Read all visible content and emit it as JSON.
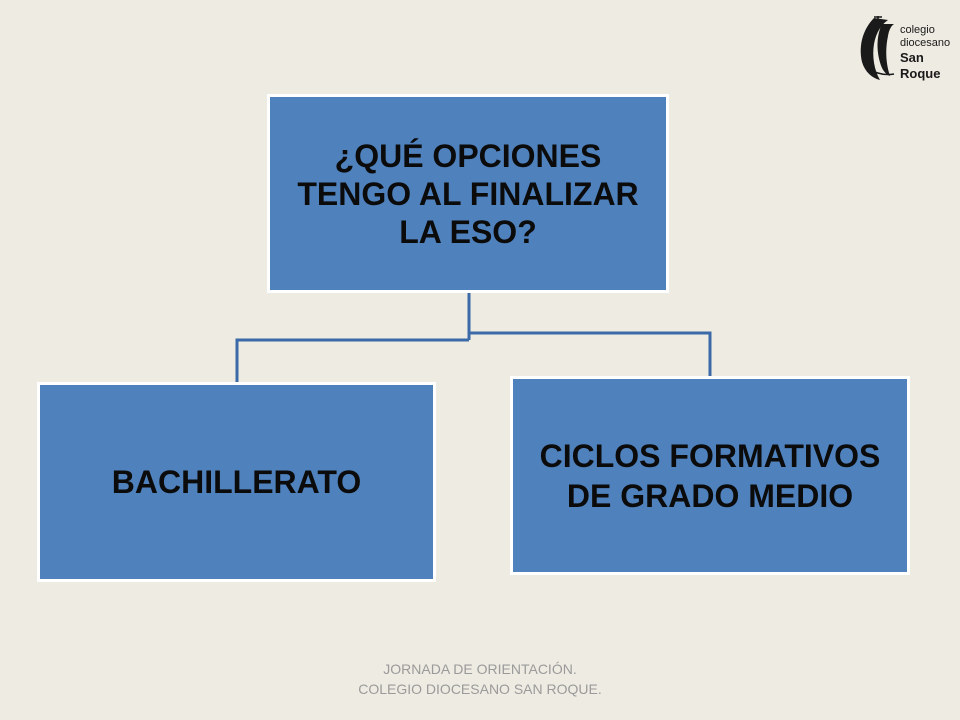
{
  "diagram": {
    "root": {
      "label": "¿QUÉ OPCIONES TENGO AL FINALIZAR LA ESO?"
    },
    "children": [
      {
        "label": "BACHILLERATO"
      },
      {
        "label": "CICLOS FORMATIVOS DE GRADO MEDIO"
      }
    ]
  },
  "logo": {
    "line1": "colegio",
    "line2": "diocesano",
    "line3": "San Roque"
  },
  "footer": {
    "line1": "JORNADA  DE  ORIENTACIÓN.",
    "line2": "COLEGIO DIOCESANO SAN ROQUE."
  },
  "colors": {
    "background": "#eeebe2",
    "box_fill": "#4f81bd",
    "box_border": "#ffffff",
    "connector": "#3a6aa8",
    "text": "#0b0b0b"
  }
}
